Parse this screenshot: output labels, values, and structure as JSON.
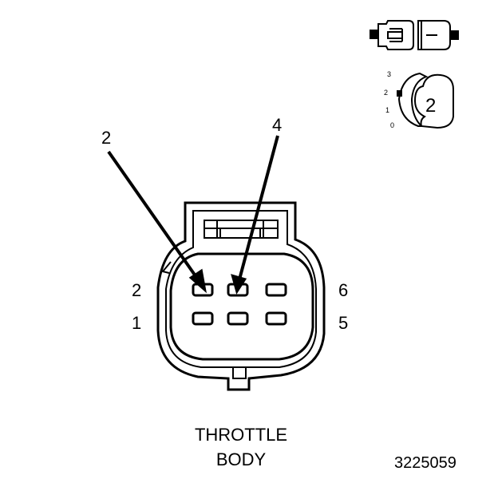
{
  "diagram": {
    "callouts": {
      "left": "2",
      "right": "4"
    },
    "pin_labels": {
      "top_left": "2",
      "bottom_left": "1",
      "top_right": "6",
      "bottom_right": "5"
    },
    "title_lines": [
      "THROTTLE",
      "BODY"
    ],
    "figure_number": "3225059",
    "position_index": {
      "scale": [
        "3",
        "2",
        "1",
        "0"
      ],
      "value": "2"
    }
  }
}
